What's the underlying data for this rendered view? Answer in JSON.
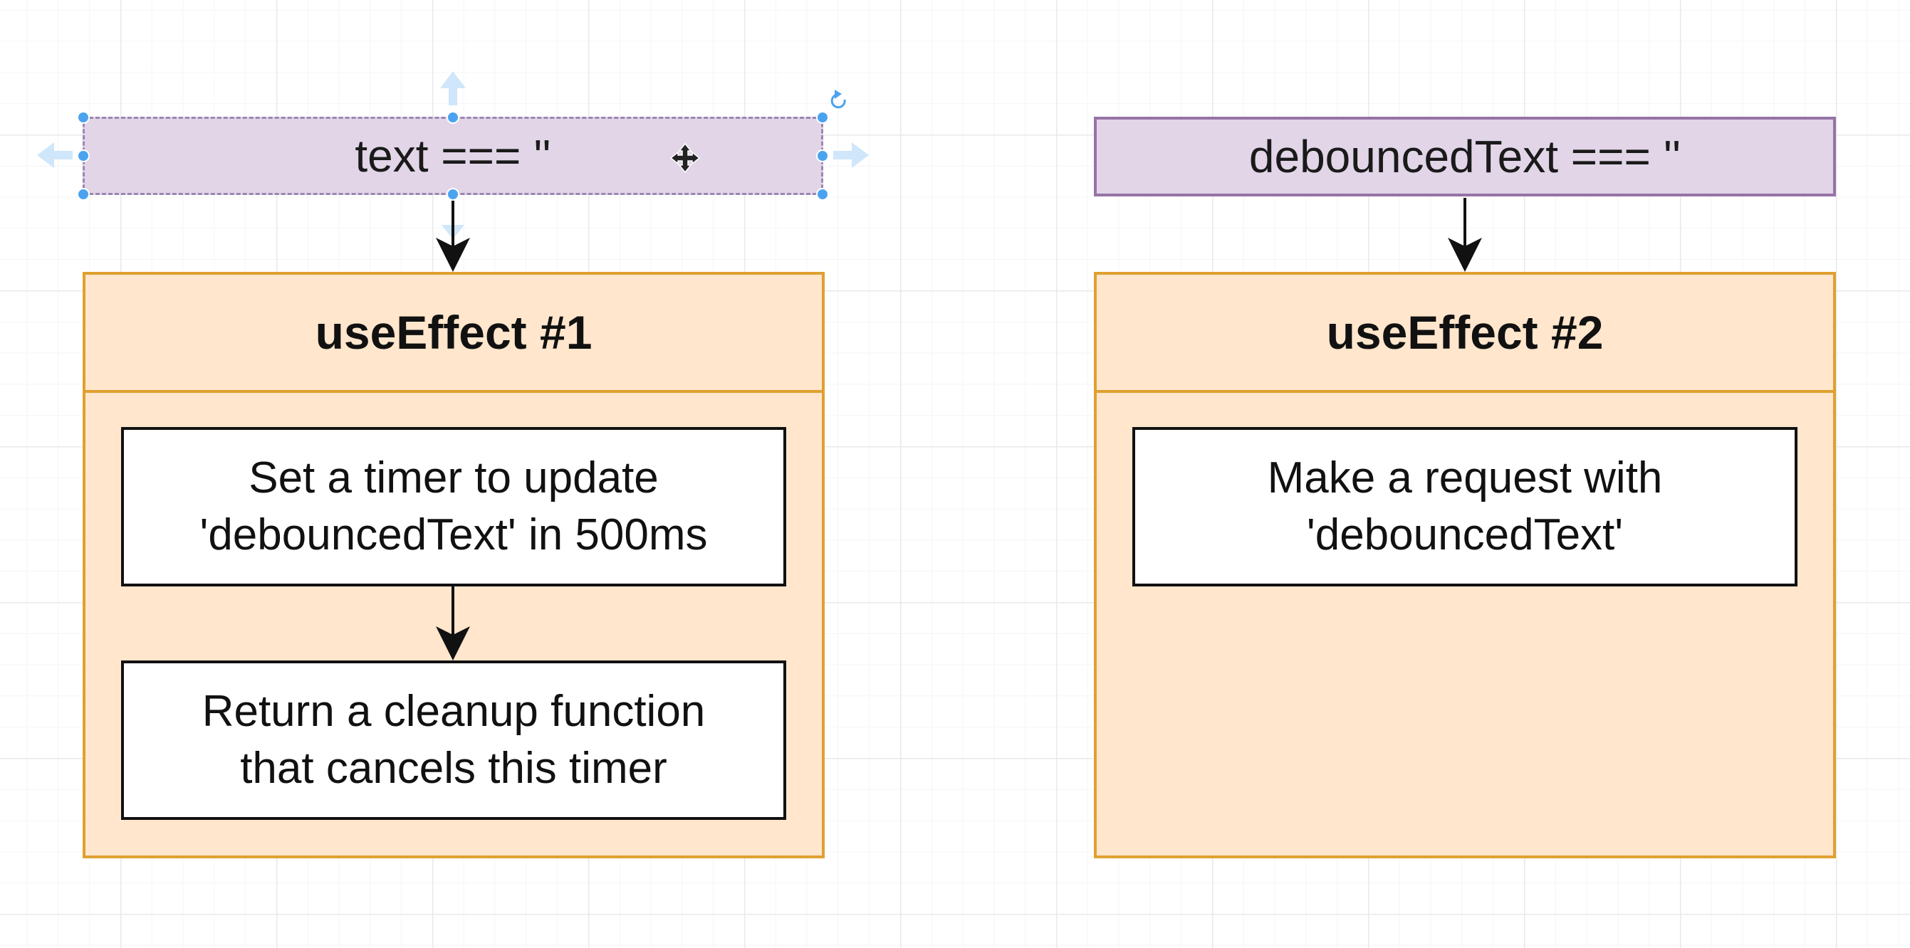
{
  "diagram": {
    "conditions": [
      {
        "id": "text-condition",
        "label": "text === ''"
      },
      {
        "id": "debounced-condition",
        "label": "debouncedText === ''"
      }
    ],
    "effects": [
      {
        "id": "effect-1",
        "title": "useEffect #1",
        "steps": [
          "Set a timer to update\n'debouncedText' in 500ms",
          "Return a cleanup function\nthat cancels this timer"
        ]
      },
      {
        "id": "effect-2",
        "title": "useEffect #2",
        "steps": [
          "Make a request with\n'debouncedText'"
        ]
      }
    ],
    "colors": {
      "condition_fill": "#e1d5e7",
      "condition_border": "#9673a6",
      "container_fill": "#ffe6cc",
      "container_border": "#e0a030",
      "selection_handle": "#4ba3f0",
      "arrow": "#111111"
    },
    "editor": {
      "selected_shape": "text-condition",
      "icons": [
        "move-cursor-icon",
        "rotate-handle-icon",
        "hover-arrow-icon"
      ]
    }
  }
}
